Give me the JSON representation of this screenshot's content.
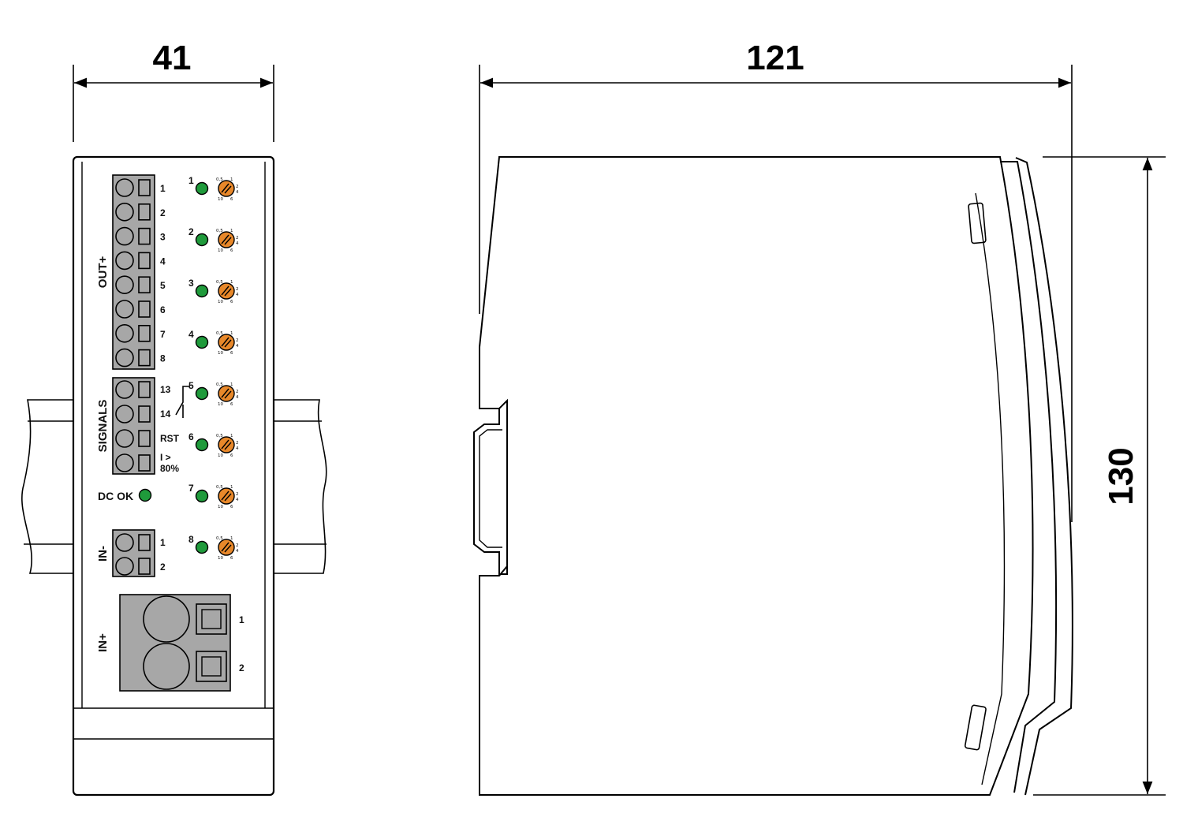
{
  "dimensions": {
    "width_front": "41",
    "depth_side": "121",
    "height_side": "130"
  },
  "terminal_blocks": {
    "out_plus": {
      "label": "OUT+",
      "pins": [
        "1",
        "2",
        "3",
        "4",
        "5",
        "6",
        "7",
        "8"
      ]
    },
    "signals": {
      "label": "SIGNALS",
      "pins": [
        "13",
        "14",
        "RST",
        "I >",
        "80%"
      ]
    },
    "in_minus": {
      "label": "IN-",
      "pins": [
        "1",
        "2"
      ]
    },
    "in_plus": {
      "label": "IN+",
      "pins": [
        "1",
        "2"
      ]
    }
  },
  "status": {
    "dc_ok_label": "DC OK"
  },
  "channels": [
    "1",
    "2",
    "3",
    "4",
    "5",
    "6",
    "7",
    "8"
  ],
  "dial_scale": [
    "0,5",
    "1",
    "2",
    "4",
    "6",
    "10"
  ],
  "colors": {
    "line": "#000000",
    "terminal_gray": "#a7a7a7",
    "led_green": "#1f9a3b",
    "dial_orange": "#e8882a"
  }
}
